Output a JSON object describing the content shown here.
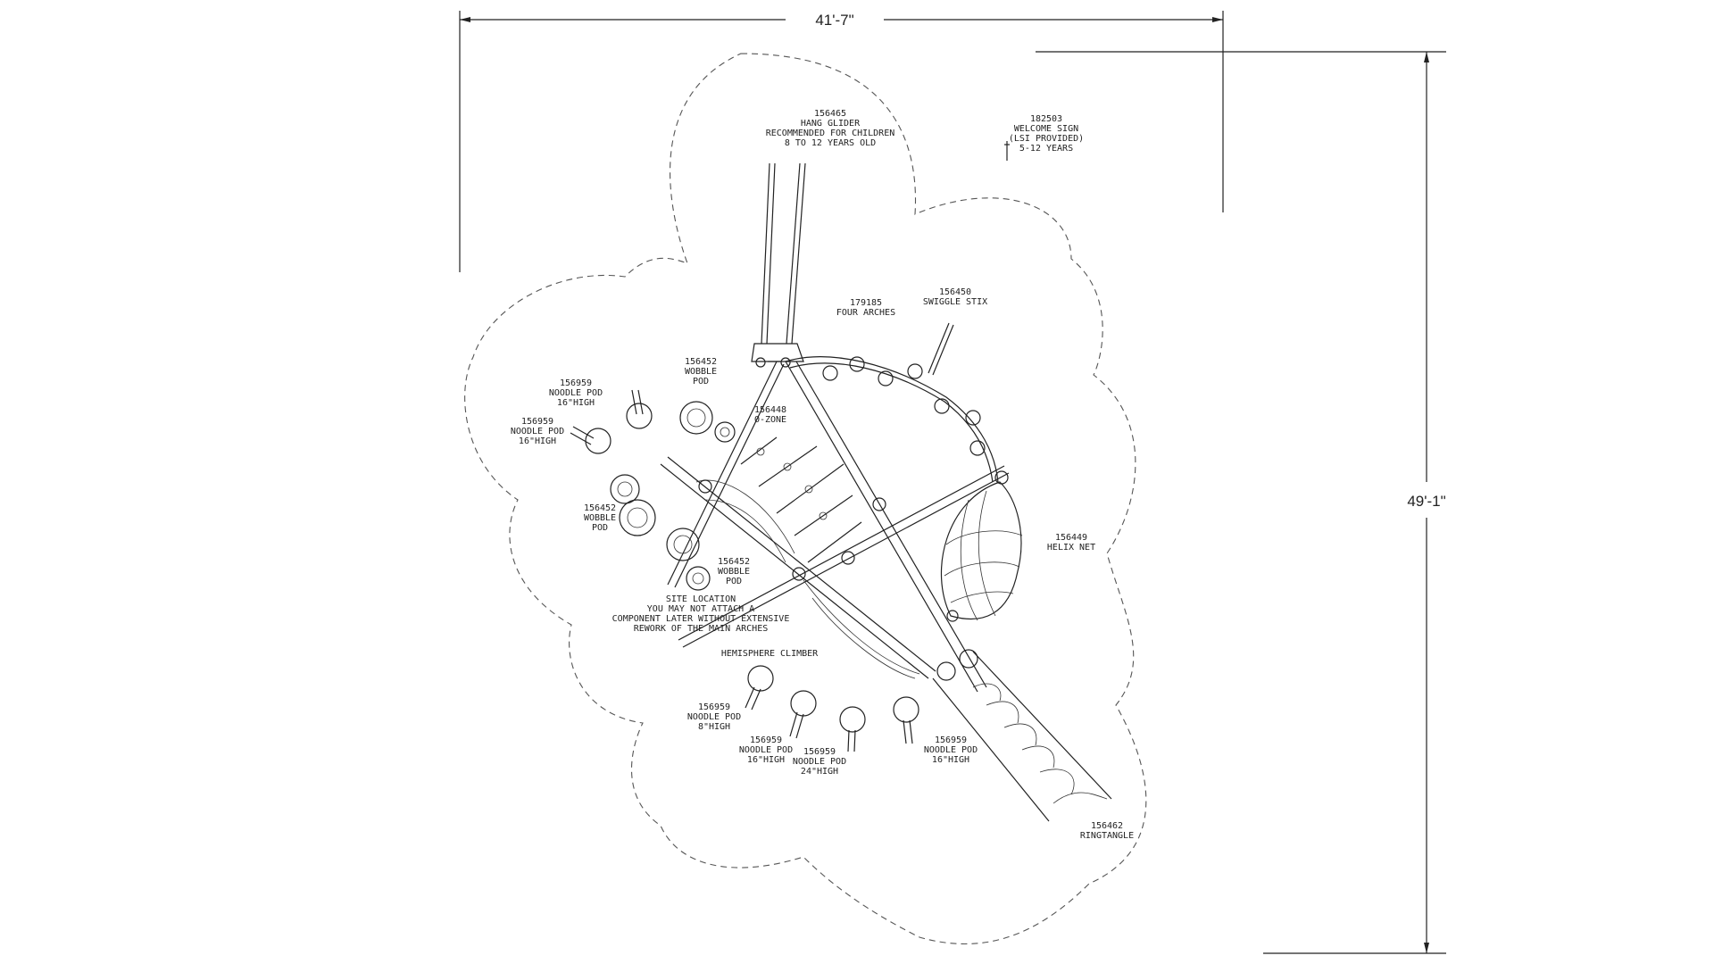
{
  "dimensions": {
    "width": "41'-7\"",
    "height": "49'-1\""
  },
  "labels": {
    "hang_glider": [
      "156465",
      "HANG GLIDER",
      "RECOMMENDED FOR CHILDREN",
      "8 TO 12 YEARS OLD"
    ],
    "welcome_sign": [
      "182503",
      "WELCOME SIGN",
      "(LSI PROVIDED)",
      "5-12 YEARS"
    ],
    "four_arches": [
      "179185",
      "FOUR ARCHES"
    ],
    "swiggle_stix": [
      "156450",
      "SWIGGLE STIX"
    ],
    "wobble_pod_top": [
      "156452",
      "WOBBLE",
      "POD"
    ],
    "noodle_pod_1": [
      "156959",
      "NOODLE POD",
      "16\"HIGH"
    ],
    "noodle_pod_2": [
      "156959",
      "NOODLE POD",
      "16\"HIGH"
    ],
    "o_zone": [
      "156448",
      "O-ZONE"
    ],
    "wobble_pod_left": [
      "156452",
      "WOBBLE",
      "POD"
    ],
    "helix_net": [
      "156449",
      "HELIX NET"
    ],
    "wobble_pod_mid": [
      "156452",
      "WOBBLE",
      "POD"
    ],
    "site_location": [
      "SITE LOCATION",
      "YOU MAY NOT ATTACH A",
      "COMPONENT LATER WITHOUT EXTENSIVE",
      "REWORK OF THE MAIN ARCHES"
    ],
    "hemisphere_climber": [
      "HEMISPHERE CLIMBER"
    ],
    "noodle_pod_8": [
      "156959",
      "NOODLE POD",
      "8\"HIGH"
    ],
    "noodle_pod_16b": [
      "156959",
      "NOODLE POD",
      "16\"HIGH"
    ],
    "noodle_pod_24": [
      "156959",
      "NOODLE POD",
      "24\"HIGH"
    ],
    "noodle_pod_16c": [
      "156959",
      "NOODLE POD",
      "16\"HIGH"
    ],
    "ringtangle": [
      "156462",
      "RINGTANGLE"
    ]
  }
}
